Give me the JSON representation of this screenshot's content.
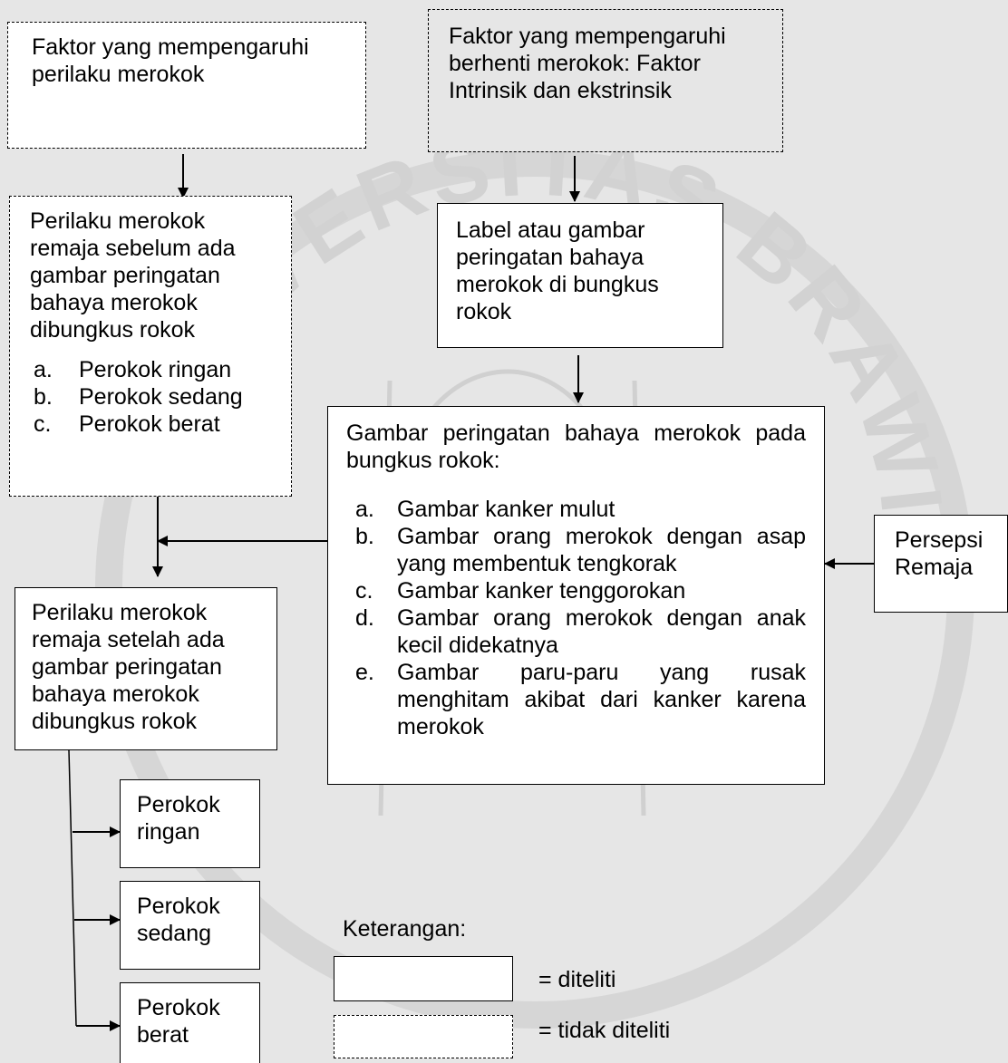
{
  "boxes": {
    "faktor_perilaku": "Faktor yang mempengaruhi perilaku merokok",
    "faktor_berhenti": "Faktor yang mempengaruhi berhenti merokok: Faktor Intrinsik dan ekstrinsik",
    "label_gambar": "Label atau gambar peringatan bahaya merokok di bungkus rokok",
    "sebelum": {
      "text": "Perilaku merokok remaja sebelum ada gambar peringatan bahaya merokok dibungkus rokok",
      "items": [
        {
          "letter": "a.",
          "text": "Perokok ringan"
        },
        {
          "letter": "b.",
          "text": "Perokok sedang"
        },
        {
          "letter": "c.",
          "text": "Perokok berat"
        }
      ]
    },
    "gambar_peringatan": {
      "text": "Gambar peringatan bahaya merokok pada bungkus rokok:",
      "items": [
        {
          "letter": "a.",
          "text": "Gambar kanker mulut"
        },
        {
          "letter": "b.",
          "text": "Gambar orang merokok dengan asap yang membentuk tengkorak"
        },
        {
          "letter": "c.",
          "text": "Gambar kanker tenggorokan"
        },
        {
          "letter": "d.",
          "text": "Gambar orang merokok dengan anak kecil didekatnya"
        },
        {
          "letter": "e.",
          "text": "Gambar paru-paru yang rusak menghitam akibat dari kanker karena merokok"
        }
      ]
    },
    "persepsi": "Persepsi Remaja",
    "setelah": "Perilaku merokok remaja setelah ada gambar peringatan bahaya merokok dibungkus rokok",
    "ringan": "Perokok ringan",
    "sedang": "Perokok sedang",
    "berat": "Perokok berat"
  },
  "legend": {
    "title": "Keterangan:",
    "solid_label": "= diteliti",
    "dashed_label": "= tidak diteliti"
  },
  "watermark": {
    "text": "UNIVERSITAS BRAWIJAYA",
    "color": "#cfcfcf"
  },
  "colors": {
    "background": "#e6e6e6",
    "box": "#ffffff",
    "line": "#000000"
  }
}
